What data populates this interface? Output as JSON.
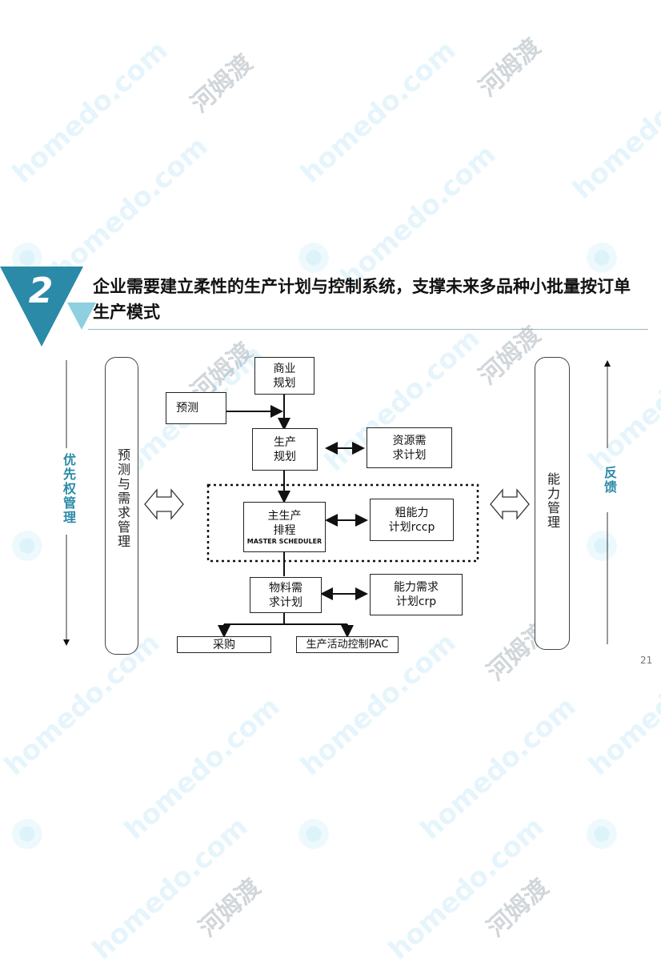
{
  "watermark": {
    "latin": "homedo.com",
    "cn": "河姆渡"
  },
  "header": {
    "badge": "2",
    "title": "企业需要建立柔性的生产计划与控制系统，支撑未来多品种小批量按订单生产模式"
  },
  "left_axis_label": "优先权管理",
  "left_panel_label": "预测与需求管理",
  "right_panel_label": "能力管理",
  "right_axis_label": "反馈",
  "boxes": {
    "business_planning": "商业\n规划",
    "forecast": "预测",
    "production_planning": "生产\n规划",
    "resource_requirement": "资源需\n求计划",
    "master_production": "主生产\n排程",
    "master_scheduler": "MASTER SCHEDULER",
    "rough_cut": "粗能力\n计划rccp",
    "material_requirement": "物料需\n求计划",
    "capacity_requirement": "能力需求\n计划crp",
    "purchasing": "采购",
    "pac": "生产活动控制PAC"
  },
  "page_number": "21",
  "colors": {
    "accent": "#2a8aa7",
    "accent_light": "#8ecfe0"
  }
}
